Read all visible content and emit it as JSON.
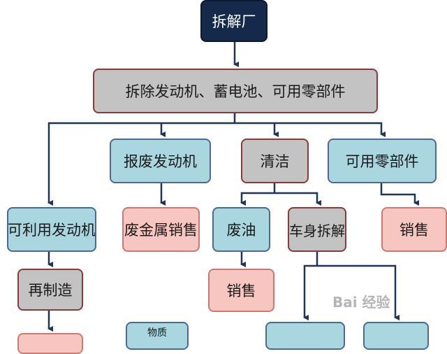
{
  "nodes": {
    "root": "拆解厂",
    "dismantle": "拆除发动机、蓄电池、可用零部件",
    "scrap_engine": "报废发动机",
    "clean": "清洁",
    "usable_parts": "可用零部件",
    "usable_engine": "可利用发动机",
    "scrap_metal_sales": "废金属销售",
    "waste_oil": "废油",
    "body_dismantle": "车身拆解",
    "parts_sales": "销售",
    "remanufacture": "再制造",
    "oil_sales": "销售",
    "material": "物质"
  },
  "watermark": "Bai 经验",
  "colors": {
    "dark": "#15294a",
    "gray": "#c3c3c3",
    "blue": "#a9d6df",
    "pink": "#f8c6c0",
    "line": "#1f3555"
  }
}
